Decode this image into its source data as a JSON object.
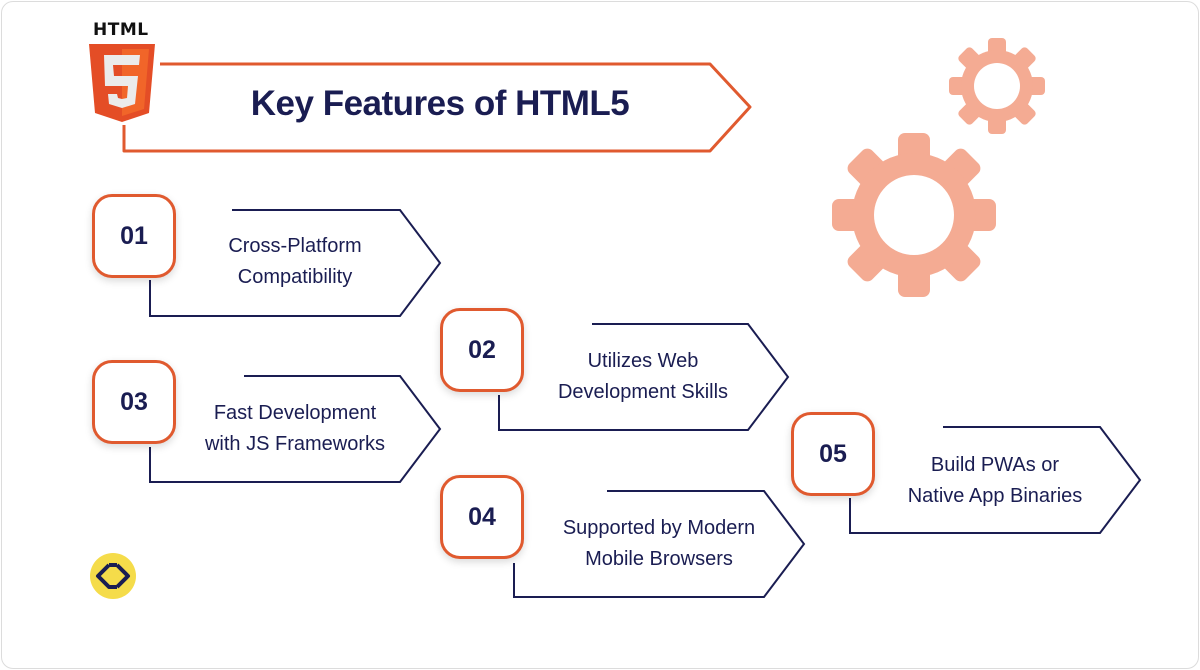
{
  "logo": {
    "text": "HTML",
    "badge": "5",
    "icon": "html5-shield-icon"
  },
  "title": "Key Features of  HTML5",
  "colors": {
    "accent_orange": "#e05a2f",
    "navy": "#1a1d52",
    "gear": "#f4ab93",
    "brand_yellow": "#f5dc4a",
    "html5_orange": "#e44d26",
    "html5_light": "#f16529"
  },
  "features": [
    {
      "number": "01",
      "line1": "Cross-Platform",
      "line2": "Compatibility"
    },
    {
      "number": "02",
      "line1": "Utilizes Web",
      "line2": "Development Skills"
    },
    {
      "number": "03",
      "line1": "Fast Development",
      "line2": "with JS Frameworks"
    },
    {
      "number": "04",
      "line1": "Supported by Modern",
      "line2": "Mobile Browsers"
    },
    {
      "number": "05",
      "line1": "Build PWAs or",
      "line2": "Native App Binaries"
    }
  ],
  "decorations": [
    "gear-small-icon",
    "gear-large-icon",
    "brand-logo-icon"
  ]
}
